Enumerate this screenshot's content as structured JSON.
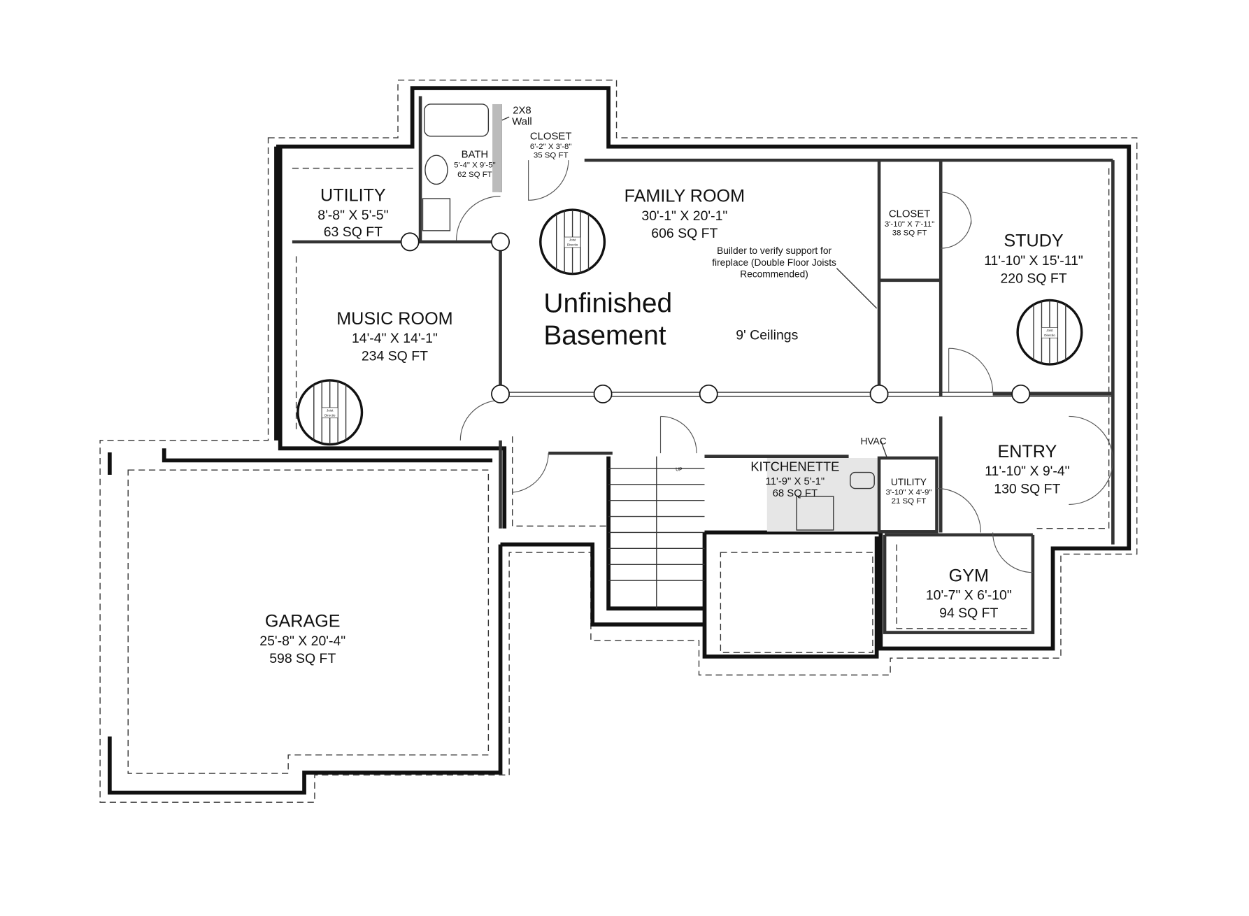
{
  "rooms": {
    "utility": {
      "name": "UTILITY",
      "dims": "8'-8\" X 5'-5\"",
      "area": "63 SQ FT"
    },
    "bath": {
      "name": "BATH",
      "dims": "5'-4\" X 9'-5\"",
      "area": "62 SQ FT"
    },
    "closet_top": {
      "name": "CLOSET",
      "dims": "6'-2\" X 3'-8\"",
      "area": "35 SQ FT"
    },
    "family_room": {
      "name": "FAMILY ROOM",
      "dims": "30'-1\" X 20'-1\"",
      "area": "606 SQ FT"
    },
    "closet_right": {
      "name": "CLOSET",
      "dims": "3'-10\" X 7'-11\"",
      "area": "38 SQ FT"
    },
    "study": {
      "name": "STUDY",
      "dims": "11'-10\" X 15'-11\"",
      "area": "220 SQ FT"
    },
    "music_room": {
      "name": "MUSIC ROOM",
      "dims": "14'-4\" X 14'-1\"",
      "area": "234 SQ FT"
    },
    "kitchenette": {
      "name": "KITCHENETTE",
      "dims": "11'-9\" X 5'-1\"",
      "area": "68 SQ FT"
    },
    "utility_small": {
      "name": "UTILITY",
      "dims": "3'-10\" X 4'-9\"",
      "area": "21 SQ FT"
    },
    "entry": {
      "name": "ENTRY",
      "dims": "11'-10\" X 9'-4\"",
      "area": "130 SQ FT"
    },
    "gym": {
      "name": "GYM",
      "dims": "10'-7\" X 6'-10\"",
      "area": "94 SQ FT"
    },
    "garage": {
      "name": "GARAGE",
      "dims": "25'-8\" X 20'-4\"",
      "area": "598 SQ FT"
    }
  },
  "notes": {
    "wall_note_1": "2X8",
    "wall_note_2": "Wall",
    "unfinished_1": "Unfinished",
    "unfinished_2": "Basement",
    "ceilings": "9' Ceilings",
    "builder_1": "Builder to verify support for",
    "builder_2": "fireplace (Double Floor Joists",
    "builder_3": "Recommended)",
    "hvac": "HVAC",
    "joist_1": "Joist",
    "joist_2": "Directio",
    "stair_up": "UP"
  }
}
